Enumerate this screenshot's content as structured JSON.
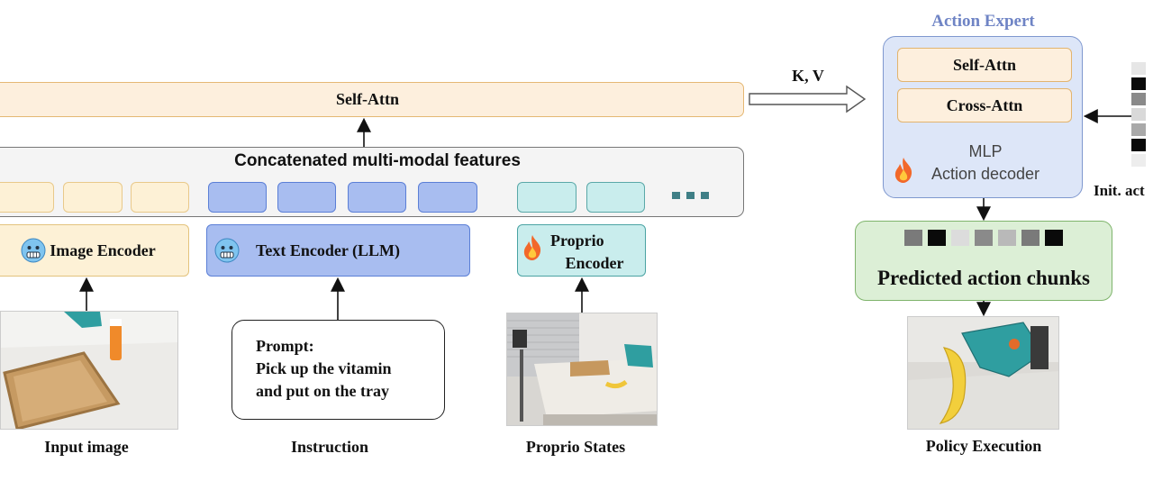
{
  "vlm": {
    "self_attn_label": "Self-Attn",
    "concat_label": "Concatenated multi-modal features"
  },
  "encoders": {
    "image": "Image Encoder",
    "text": "Text Encoder (LLM)",
    "proprio_line1": "Proprio",
    "proprio_line2": "Encoder",
    "frozen_icon": "cold-face-emoji",
    "trainable_icon": "fire-emoji"
  },
  "inputs": {
    "prompt_line1": "Prompt:",
    "prompt_line2": "Pick up the vitamin",
    "prompt_line3": "and put on the tray"
  },
  "captions": {
    "input_image": "Input image",
    "instruction": "Instruction",
    "proprio_states": "Proprio States",
    "policy_execution": "Policy Execution"
  },
  "action_expert": {
    "title": "Action Expert",
    "self_attn": "Self-Attn",
    "cross_attn": "Cross-Attn",
    "mlp_line1": "MLP",
    "mlp_line2": "Action decoder",
    "kv_label": "K, V",
    "init_label": "Init. act"
  },
  "output": {
    "predicted_label": "Predicted action chunks"
  },
  "colors": {
    "self_attn_fill": "#fdefdd",
    "image_token": "#fdf1d6",
    "text_token": "#a8bdf0",
    "proprio_token": "#c9eded",
    "action_expert_fill": "#dde6f8",
    "predicted_fill": "#dcefd6",
    "ellipsis_dots": "#3f7f86",
    "action_expert_title": "#6f84c5"
  }
}
